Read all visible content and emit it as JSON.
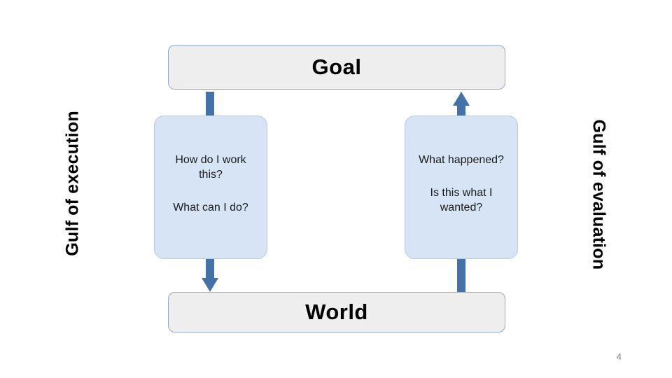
{
  "slide": {
    "page_number": "4",
    "goal_box": {
      "label": "Goal"
    },
    "world_box": {
      "label": "World"
    },
    "execution_box": {
      "line1": "How do I work this?",
      "line2": "What can I do?"
    },
    "evaluation_box": {
      "line1": "What happened?",
      "line2": "Is this what I wanted?"
    },
    "side_labels": {
      "left": "Gulf of execution",
      "right": "Gulf of evaluation"
    },
    "colors": {
      "arrow": "#4472a8",
      "box_grey_fill": "#eeeeee",
      "box_blue_fill": "#d6e4f5",
      "box_border": "#95a9c4"
    }
  }
}
